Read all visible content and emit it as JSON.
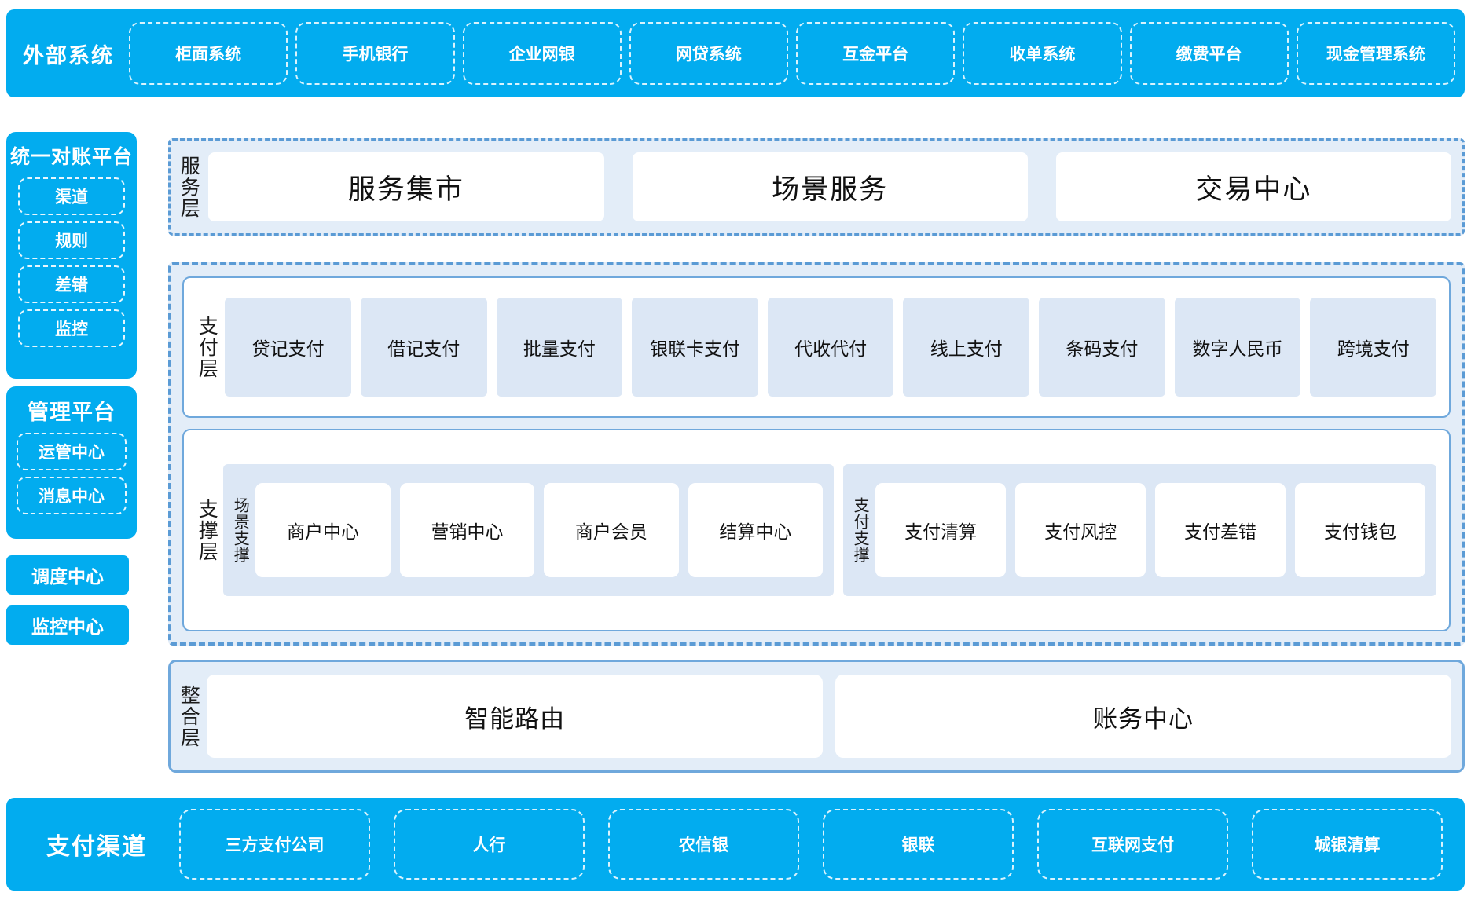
{
  "external": {
    "title": "外部系统",
    "items": [
      "柜面系统",
      "手机银行",
      "企业网银",
      "网贷系统",
      "互金平台",
      "收单系统",
      "缴费平台",
      "现金管理系统"
    ]
  },
  "sidebar": {
    "reconciliation": {
      "title": "统一对账平台",
      "items": [
        "渠道",
        "规则",
        "差错",
        "监控"
      ]
    },
    "management": {
      "title": "管理平台",
      "items": [
        "运管中心",
        "消息中心"
      ]
    },
    "standalone": [
      "调度中心",
      "监控中心"
    ]
  },
  "service_layer": {
    "label": "服务层",
    "cards": [
      "服务集市",
      "场景服务",
      "交易中心"
    ]
  },
  "payment_layer": {
    "label": "支付层",
    "cards": [
      "贷记支付",
      "借记支付",
      "批量支付",
      "银联卡支付",
      "代收代付",
      "线上支付",
      "条码支付",
      "数字人民币",
      "跨境支付"
    ]
  },
  "support_layer": {
    "label": "支撑层",
    "groups": [
      {
        "label": "场景支撑",
        "cards": [
          "商户中心",
          "营销中心",
          "商户会员",
          "结算中心"
        ]
      },
      {
        "label": "支付支撑",
        "cards": [
          "支付清算",
          "支付风控",
          "支付差错",
          "支付钱包"
        ]
      }
    ]
  },
  "integration_layer": {
    "label": "整合层",
    "cards": [
      "智能路由",
      "账务中心"
    ]
  },
  "channels": {
    "title": "支付渠道",
    "items": [
      "三方支付公司",
      "人行",
      "农信银",
      "银联",
      "互联网支付",
      "城银清算"
    ]
  },
  "colors": {
    "brand_blue": "#02ACEF",
    "layer_bg": "#E3EDF8",
    "layer_border": "#5B9BD5",
    "card_blue": "#DCE7F5",
    "card_white": "#FFFFFF"
  }
}
